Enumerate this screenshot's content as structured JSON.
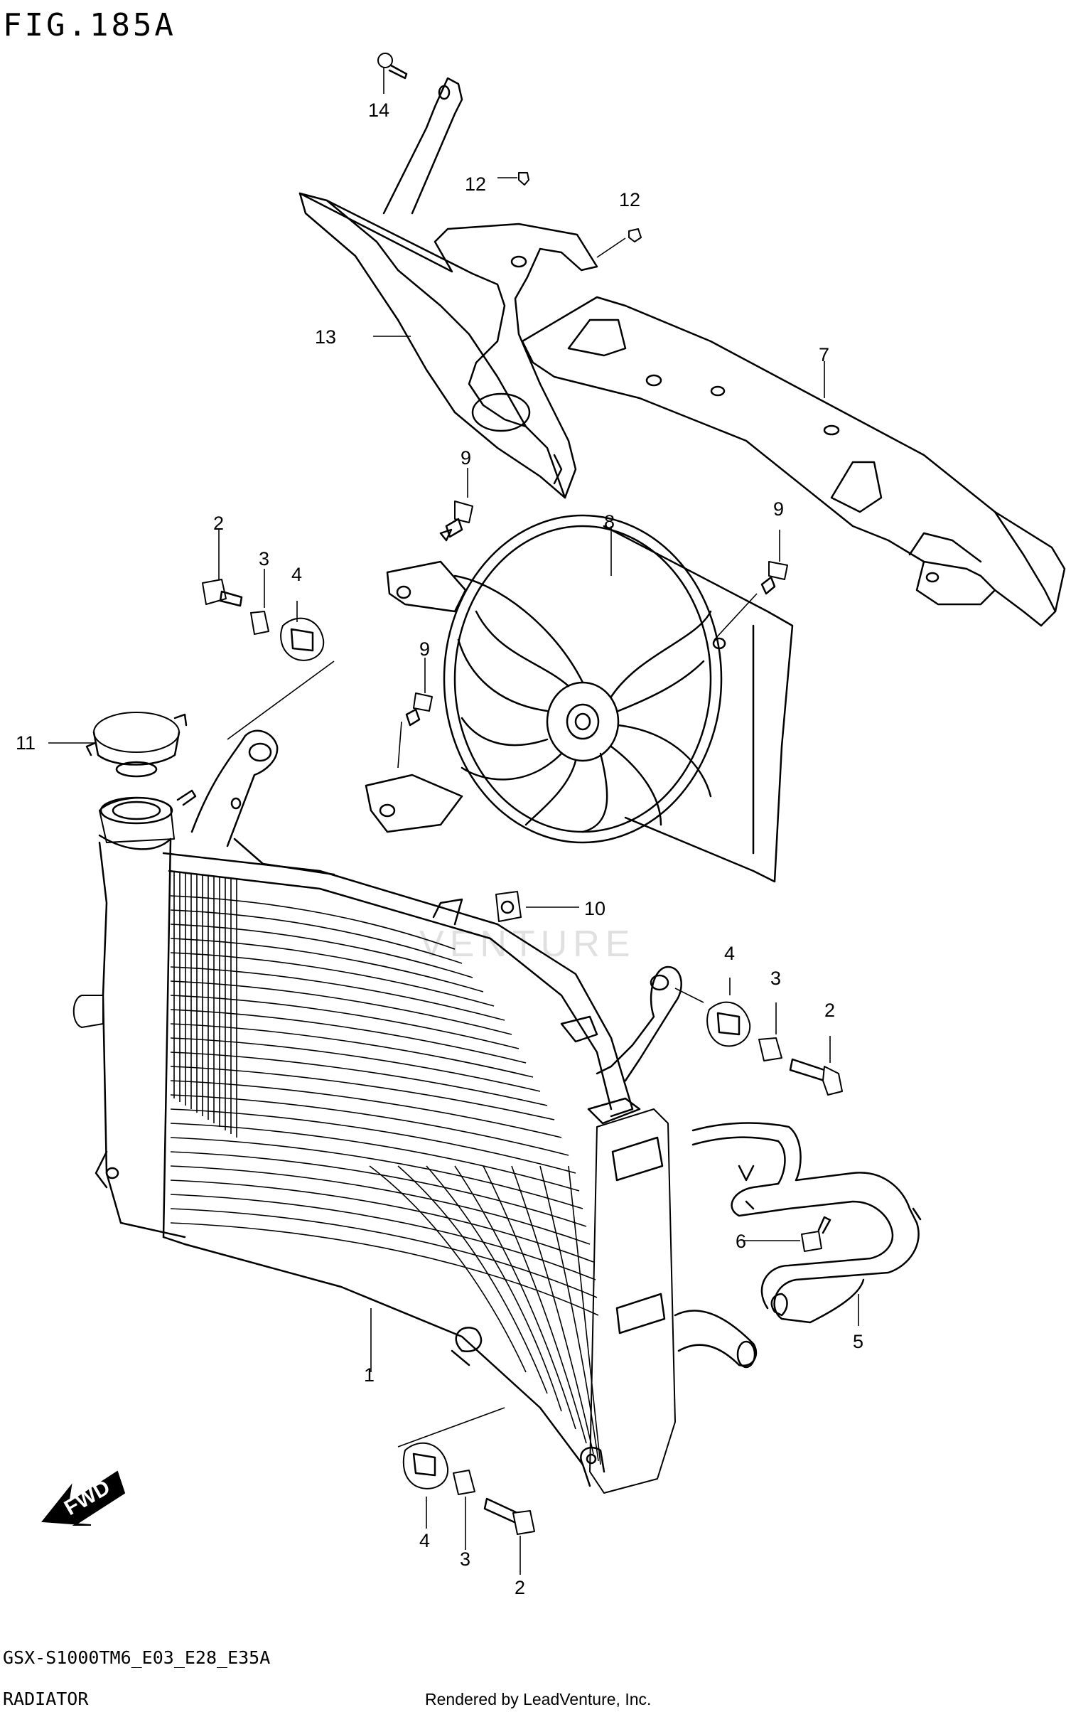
{
  "figure_title": "FIG.185A",
  "model_code": "GSX-S1000TM6_E03_E28_E35A",
  "section_name": "RADIATOR",
  "renderer_credit": "Rendered by LeadVenture, Inc.",
  "watermark": "VENTURE",
  "fwd_label": "FWD",
  "callouts": {
    "c1": "1",
    "c2a": "2",
    "c2b": "2",
    "c2c": "2",
    "c3a": "3",
    "c3b": "3",
    "c3c": "3",
    "c4a": "4",
    "c4b": "4",
    "c4c": "4",
    "c5": "5",
    "c6": "6",
    "c7": "7",
    "c8": "8",
    "c9a": "9",
    "c9b": "9",
    "c9c": "9",
    "c10": "10",
    "c11": "11",
    "c12a": "12",
    "c12b": "12",
    "c13": "13",
    "c14": "14"
  },
  "colors": {
    "line": "#000000",
    "background": "#ffffff",
    "watermark": "#c8c8c8"
  }
}
